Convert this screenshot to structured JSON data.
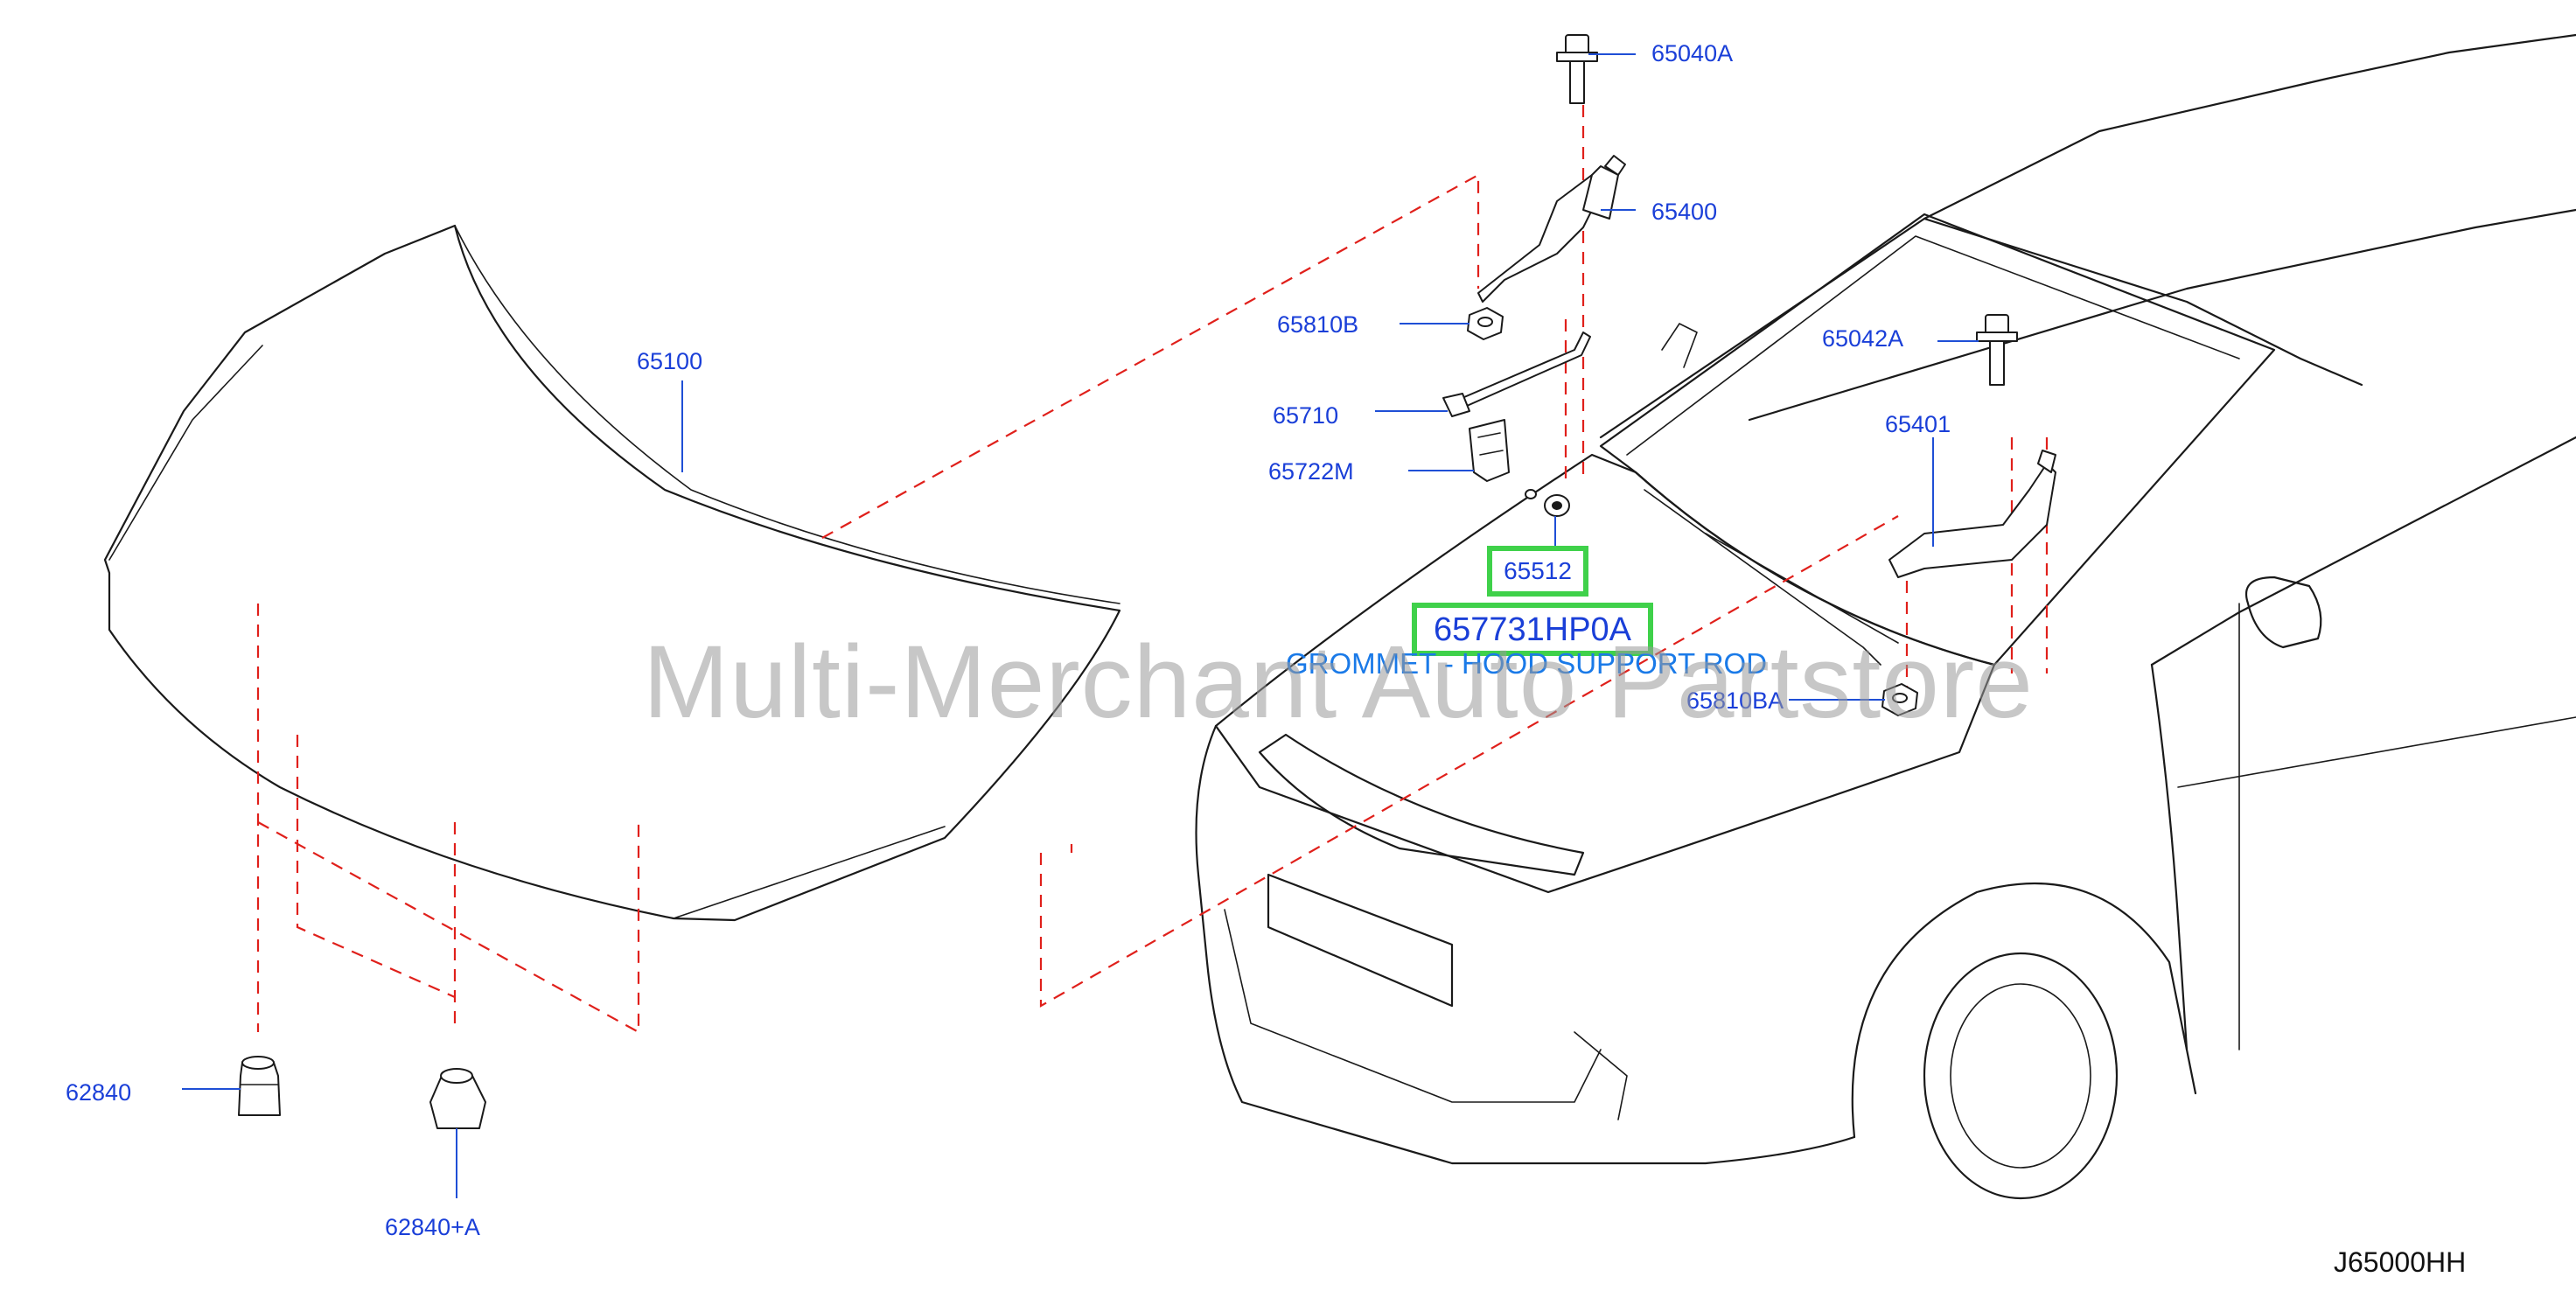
{
  "parts": [
    {
      "id": "65040A"
    },
    {
      "id": "65400"
    },
    {
      "id": "65810B"
    },
    {
      "id": "65710"
    },
    {
      "id": "65722M"
    },
    {
      "id": "65100"
    },
    {
      "id": "65042A"
    },
    {
      "id": "65401"
    },
    {
      "id": "65810BA"
    },
    {
      "id": "62840"
    },
    {
      "id": "62840+A"
    }
  ],
  "highlight": {
    "part": "65512",
    "part_number": "657731HP0A",
    "description": "GROMMET - HOOD SUPPORT ROD",
    "box_color": "#3fd14a"
  },
  "watermark": "Multi-Merchant Auto Partstore",
  "diagram_code": "J65000HH",
  "colors": {
    "label": "#1a3fd8",
    "leader": "#1f4fd6",
    "dashed_guide": "#e0201b",
    "outline": "#1a1a1a"
  }
}
